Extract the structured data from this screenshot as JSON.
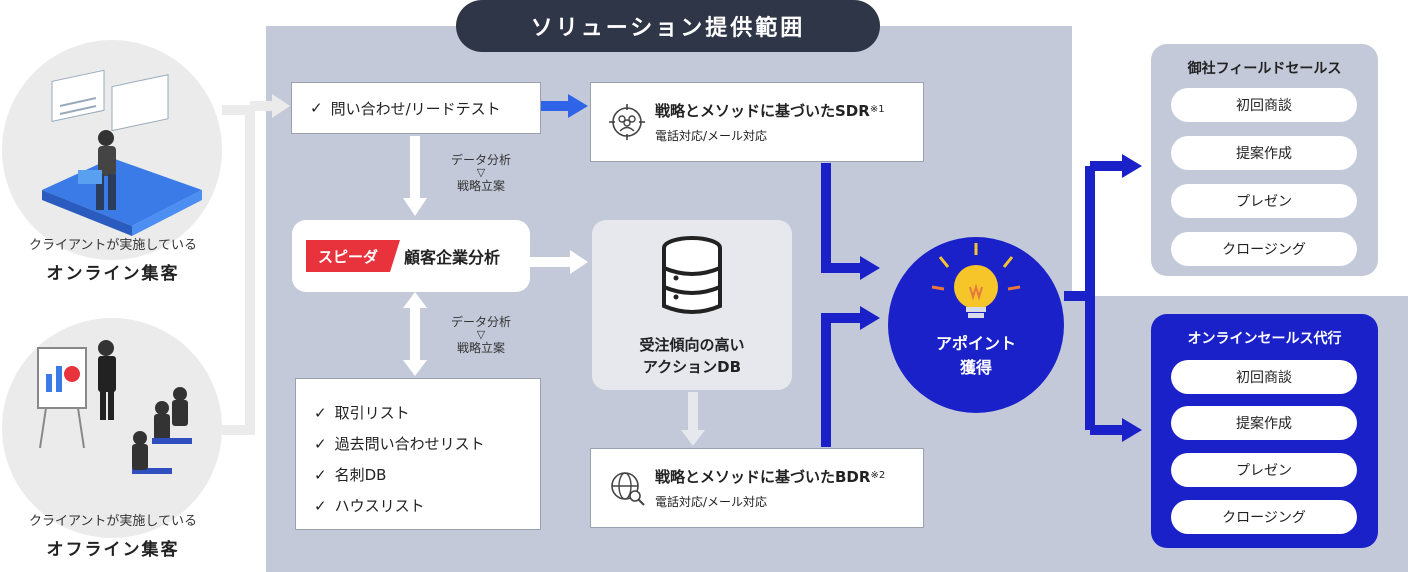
{
  "header": {
    "title": "ソリューション提供範囲"
  },
  "clients": {
    "online": {
      "sub": "クライアントが実施している",
      "main": "オンライン集客"
    },
    "offline": {
      "sub": "クライアントが実施している",
      "main": "オフライン集客"
    }
  },
  "lead_test": {
    "check": "✓",
    "label": "問い合わせ/リードテスト"
  },
  "analysis_note_top": {
    "line1": "データ分析",
    "arrow": "▽",
    "line2": "戦略立案"
  },
  "analysis_note_bottom": {
    "line1": "データ分析",
    "arrow": "▽",
    "line2": "戦略立案"
  },
  "speeda": {
    "logo": "スピーダ",
    "label": "顧客企業分析"
  },
  "lists": {
    "check": "✓",
    "items": [
      "取引リスト",
      "過去問い合わせリスト",
      "名刺DB",
      "ハウスリスト"
    ]
  },
  "sdr": {
    "title": "戦略とメソッドに基づいたSDR",
    "note": "※1",
    "sub": "電話対応/メール対応"
  },
  "bdr": {
    "title": "戦略とメソッドに基づいたBDR",
    "note": "※2",
    "sub": "電話対応/メール対応"
  },
  "db": {
    "line1": "受注傾向の高い",
    "line2": "アクションDB"
  },
  "appointment": {
    "line1": "アポイント",
    "line2": "獲得"
  },
  "field_sales": {
    "title": "御社フィールドセールス",
    "items": [
      "初回商談",
      "提案作成",
      "プレゼン",
      "クロージング"
    ]
  },
  "online_sales": {
    "title": "オンラインセールス代行",
    "items": [
      "初回商談",
      "提案作成",
      "プレゼン",
      "クロージング"
    ]
  },
  "colors": {
    "accent_blue": "#1a21c9",
    "dark": "#2f3647",
    "speeda_red": "#e8323c",
    "scope_gray": "#c3c9d8"
  }
}
